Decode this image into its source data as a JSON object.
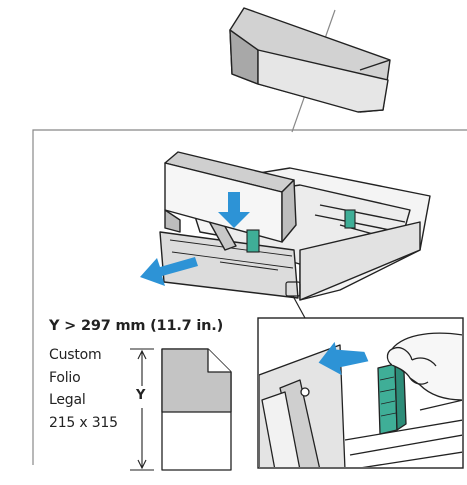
{
  "paper_requirement": {
    "heading": "Y > 297 mm (11.7 in.)",
    "sizes": [
      "Custom",
      "Folio",
      "Legal",
      "215 x 315"
    ],
    "dimension_label": "Y"
  },
  "colors": {
    "guide_green": "#3fae97",
    "arrow_blue": "#2d93d6",
    "outline": "#222222",
    "tray_fill": "#f4f4f4",
    "shadow_fill": "#c4c4c4",
    "frame_line": "#888888"
  },
  "icons": [
    "tray-cover-icon",
    "paper-tray-icon",
    "pull-arrow-icon",
    "push-arrow-icon",
    "paper-guide-icon",
    "paper-sheet-icon",
    "hand-icon"
  ]
}
